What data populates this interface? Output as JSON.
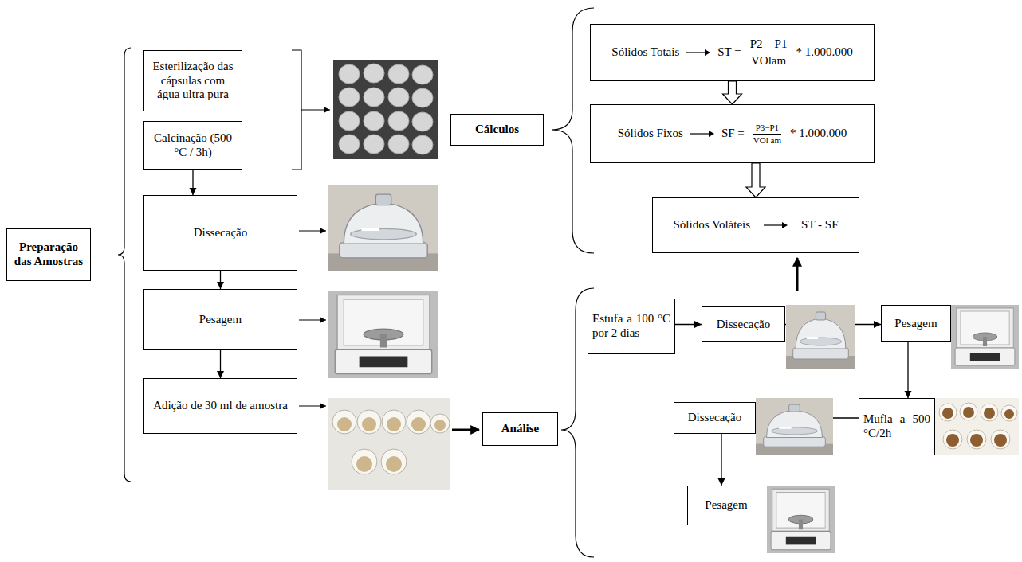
{
  "diagram": {
    "nodes": [
      {
        "text": [
          "Preparação das Amostras"
        ]
      },
      {
        "text": [
          "Esterilização das cápsulas com água ultra pura"
        ]
      },
      {
        "text": [
          "Calcinação (500 °C / 3h)"
        ]
      },
      {
        "text": [
          "Dissecação"
        ]
      },
      {
        "text": [
          "Pesagem"
        ]
      },
      {
        "text": [
          "Adição de 30 ml de amostra"
        ]
      },
      {
        "text": [
          "Cálculos"
        ]
      },
      {
        "text": [
          "Sólidos Totais",
          "ST =",
          "P2 – P1",
          "VOlam",
          "* 1.000.000"
        ]
      },
      {
        "text": [
          "Sólidos Fixos",
          "SF =",
          "P3−P1",
          "VOl am",
          "* 1.000.000"
        ]
      },
      {
        "text": [
          "Sólidos Voláteis",
          "ST - SF"
        ]
      },
      {
        "text": [
          "Análise"
        ]
      },
      {
        "text": [
          "Estufa a 100 °C por 2 dias"
        ]
      },
      {
        "text": [
          "Dissecação"
        ]
      },
      {
        "text": [
          "Pesagem"
        ]
      },
      {
        "text": [
          "Mufla a 500 °C/2h"
        ]
      },
      {
        "text": [
          "Dissecação"
        ]
      },
      {
        "text": [
          "Pesagem"
        ]
      }
    ],
    "edges": [
      {
        "from": 2,
        "to": 3,
        "arrow": "to"
      },
      {
        "from": 3,
        "to": 4,
        "arrow": "to"
      },
      {
        "from": 4,
        "to": 5,
        "arrow": "to"
      },
      {
        "from": 7,
        "to": 8,
        "arrow": "to"
      },
      {
        "from": 8,
        "to": 9,
        "arrow": "to"
      },
      {
        "from": 11,
        "to": 12,
        "arrow": "to"
      },
      {
        "from": 12,
        "to": 13,
        "arrow": "to"
      },
      {
        "from": 13,
        "to": 14,
        "arrow": "to"
      },
      {
        "from": 14,
        "to": 15,
        "arrow": "to"
      },
      {
        "from": 15,
        "to": 16,
        "arrow": "to"
      }
    ]
  }
}
